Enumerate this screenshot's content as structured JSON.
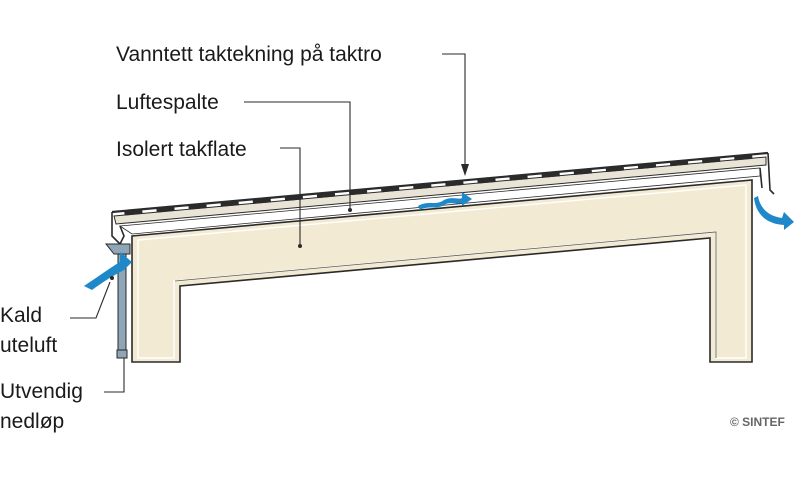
{
  "labels": {
    "roofing": "Vanntett taktekning på taktro",
    "air_gap": "Luftespalte",
    "insulated_roof": "Isolert takflate",
    "cold_air_line1": "Kald",
    "cold_air_line2": "uteluft",
    "downpipe_line1": "Utvendig",
    "downpipe_line2": "nedløp"
  },
  "copyright": "© SINTEF",
  "colors": {
    "insulation": "#f3ead3",
    "airflow_arrow": "#1e88c8",
    "downpipe": "#8fa6b8",
    "outline": "#2a2a2a",
    "roofing_membrane": "#2b2b2b",
    "roof_deck": "#e9e4d6"
  },
  "icons": {
    "airflow": "airflow-arrow-icon",
    "leader_arrow": "leader-arrowhead-icon"
  }
}
